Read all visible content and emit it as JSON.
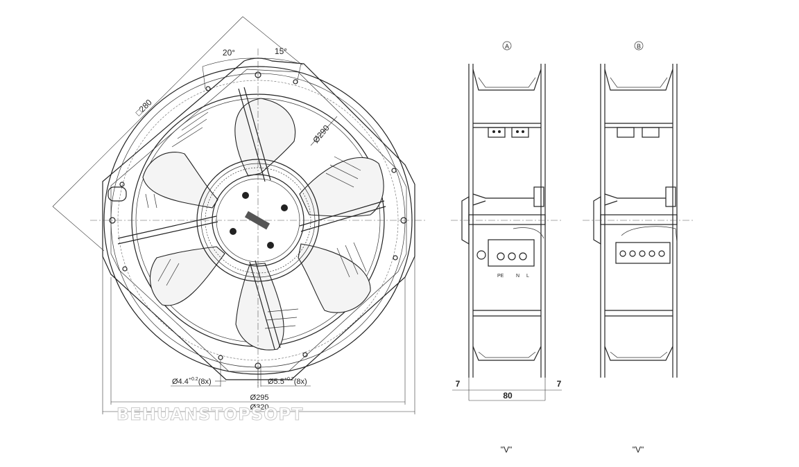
{
  "front_view": {
    "dim_square": "□280",
    "dim_bolt_circle": "Ø290",
    "angle_left": "20°",
    "angle_right": "15°",
    "dim_hole_small": "Ø4.4",
    "dim_hole_small_tol": "+0.2",
    "dim_hole_small_count": "(8x)",
    "dim_hole_large": "Ø5.5",
    "dim_hole_large_tol": "+0.2",
    "dim_hole_large_count": "(8x)",
    "dim_diameter_inner": "Ø295",
    "dim_diameter_outer": "Ø320",
    "watermark": "BEHUANSTOPSOPT"
  },
  "side_view_a": {
    "marker": "A",
    "terminal_labels": [
      "PE",
      "N",
      "L"
    ],
    "dim_left": "7",
    "dim_width": "80",
    "dim_right": "7",
    "view_label": "\"V\""
  },
  "side_view_b": {
    "marker": "B",
    "view_label": "\"V\""
  }
}
